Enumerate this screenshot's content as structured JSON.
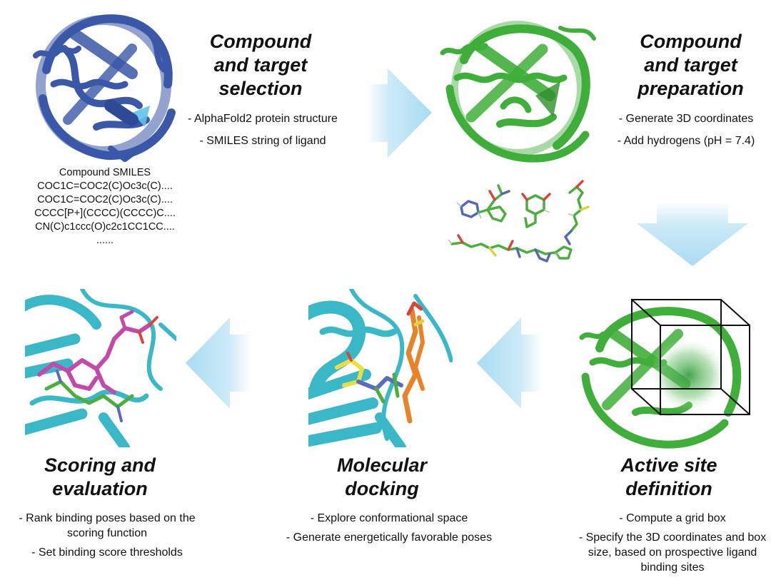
{
  "steps": {
    "selection": {
      "title": [
        "Compound",
        "and target",
        "selection"
      ],
      "bullets": [
        "- AlphaFold2 protein structure",
        "- SMILES string of ligand"
      ]
    },
    "preparation": {
      "title": [
        "Compound",
        "and target",
        "preparation"
      ],
      "bullets": [
        "- Generate 3D coordinates",
        "- Add hydrogens (pH = 7.4)"
      ]
    },
    "active_site": {
      "title": [
        "Active site",
        "definition"
      ],
      "bullets": [
        "- Compute a grid box",
        "- Specify the 3D coordinates and box size, based on prospective ligand binding sites"
      ]
    },
    "docking": {
      "title": [
        "Molecular",
        "docking"
      ],
      "bullets": [
        "- Explore conformational space",
        "- Generate energetically favorable poses"
      ]
    },
    "scoring": {
      "title": [
        "Scoring and",
        "evaluation"
      ],
      "bullets": [
        "- Rank binding poses based on the scoring function",
        "- Set binding score thresholds"
      ]
    }
  },
  "smiles": {
    "heading": "Compound SMILES",
    "lines": [
      "COC1C=COC2(C)Oc3c(C)....",
      "COC1C=COC2(C)Oc3c(C)....",
      "CCCC[P+](CCCC)(CCCC)C....",
      "CN(C)c1ccc(O)c2c1CC1CC....",
      "......"
    ]
  },
  "colors": {
    "protein_blue": "#3a57a8",
    "protein_green": "#3fae3a",
    "protein_cyan": "#3bb8c8",
    "arrow": "#bfe6f6",
    "ligand_magenta": "#c24aa8",
    "ligand_orange": "#e8832a",
    "ligand_yellow": "#e8e040"
  }
}
